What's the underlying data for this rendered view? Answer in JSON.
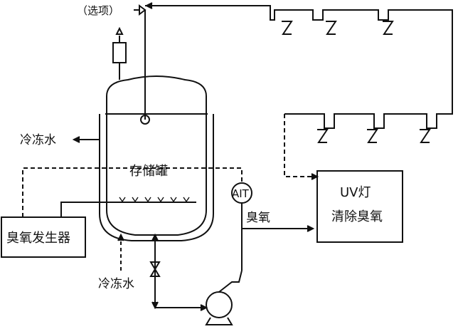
{
  "labels": {
    "optional": "（选项）",
    "tank": "存储罐",
    "cold_water_out": "冷冻水",
    "cold_water_in": "冷冻水",
    "ozone_generator": "臭氧发生器",
    "analyzer": "AIT",
    "ozone": "臭氧",
    "uv_line1": "UV灯",
    "uv_line2": "清除臭氧"
  },
  "colors": {
    "line": "#111111",
    "background": "#ffffff"
  }
}
